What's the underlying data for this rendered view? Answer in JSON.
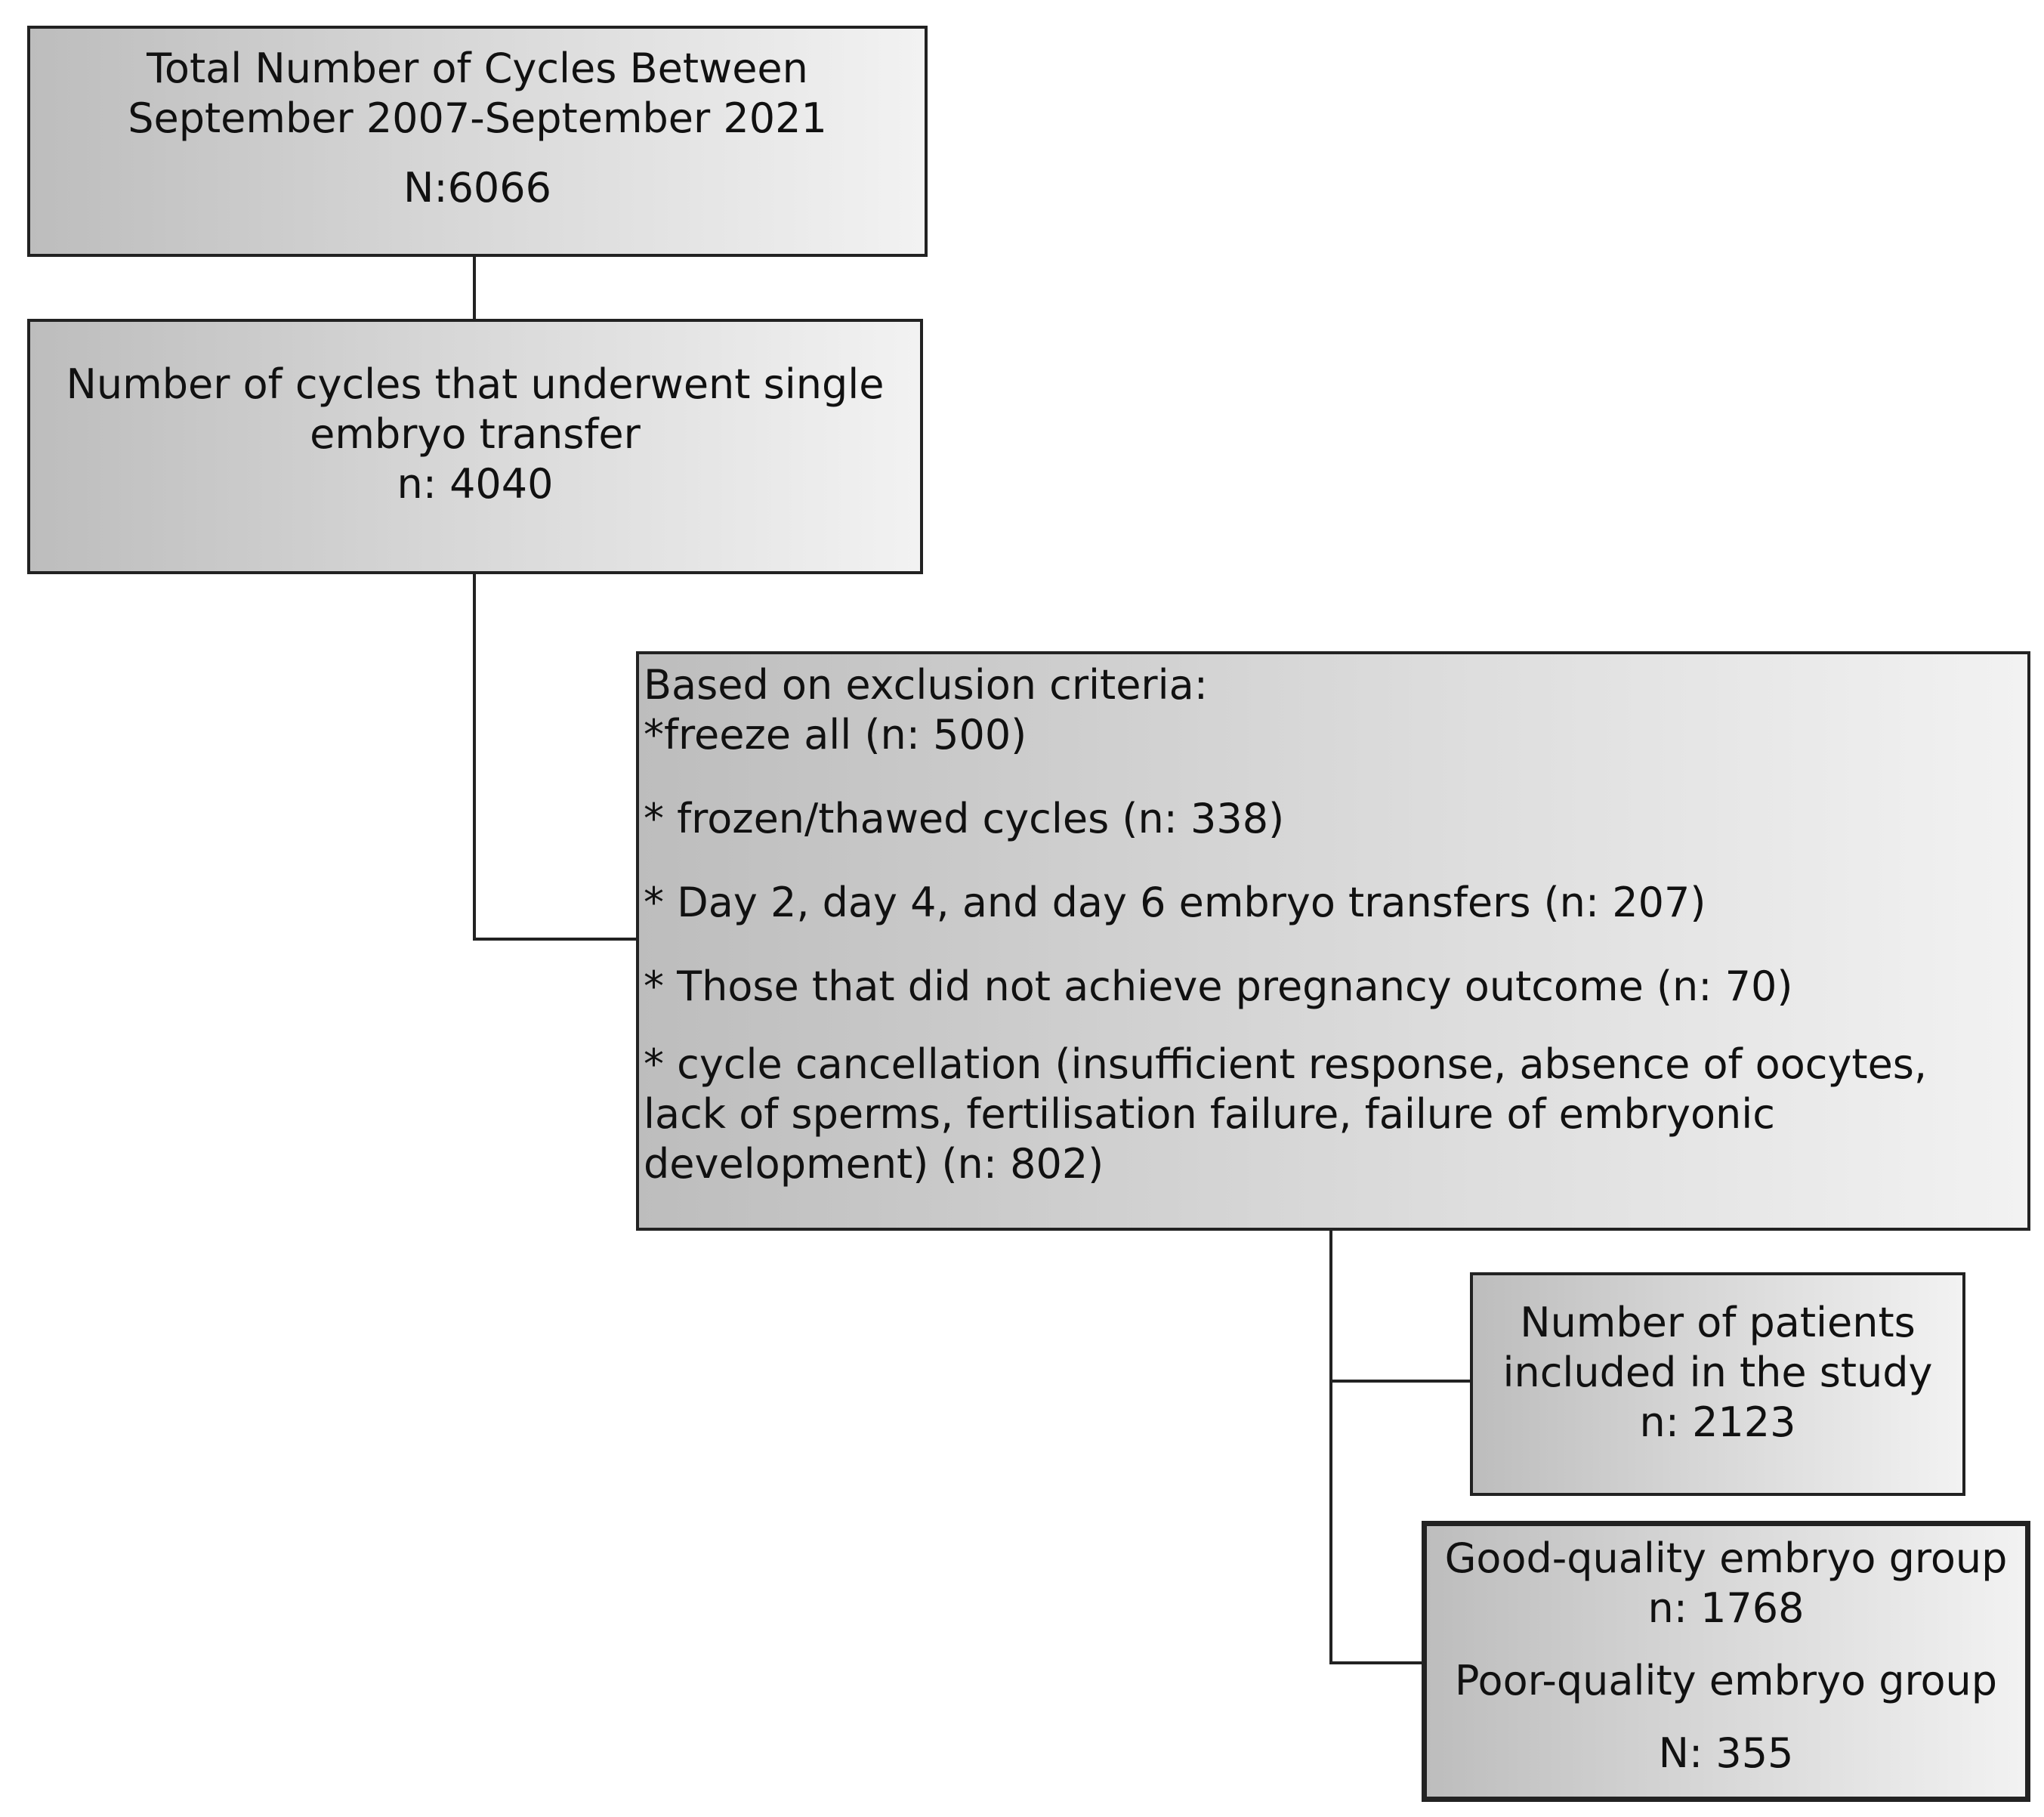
{
  "total_cycles": {
    "line1": "Total Number of Cycles Between",
    "line2": "September 2007-September 2021",
    "count": "N:6066"
  },
  "single_embryo_transfer": {
    "line1": "Number of cycles that underwent single",
    "line2": "embryo transfer",
    "count": "n: 4040"
  },
  "exclusion": {
    "heading": "Based on exclusion criteria:",
    "items": [
      "*freeze all (n: 500)",
      "* frozen/thawed cycles (n: 338)",
      "* Day 2, day 4, and day 6 embryo transfers (n: 207)",
      "* Those that did not achieve pregnancy outcome (n: 70)",
      "* cycle cancellation (insufficient response, absence of oocytes, lack of sperms, fertilisation failure, failure of embryonic development) (n: 802)"
    ]
  },
  "included_patients": {
    "line1": "Number of patients",
    "line2": "included in the study",
    "count": "n: 2123"
  },
  "groups": {
    "good_label": "Good-quality embryo group",
    "good_count": "n: 1768",
    "poor_label": "Poor-quality embryo group",
    "poor_count": "N: 355"
  },
  "colors": {
    "border": "#222222",
    "gradient_dark": "#bdbdbd",
    "gradient_light": "#f2f2f2"
  }
}
